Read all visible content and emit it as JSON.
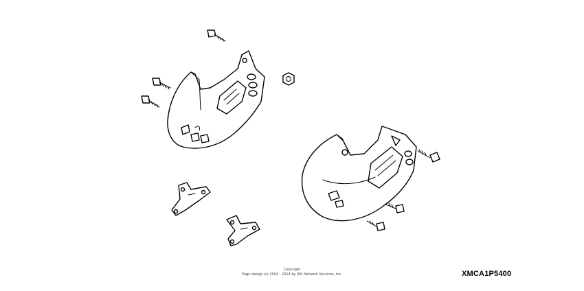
{
  "diagram": {
    "part_code": "XMCA1P5400",
    "copyright_line1": "Copyright",
    "copyright_line2": "Page design (c) 2004 - 2014 by ARI Network Services, Inc.",
    "parts": [
      "left-disc-guard",
      "right-disc-guard",
      "left-guard-bracket",
      "right-guard-bracket",
      "flange-bolt",
      "nut"
    ]
  }
}
